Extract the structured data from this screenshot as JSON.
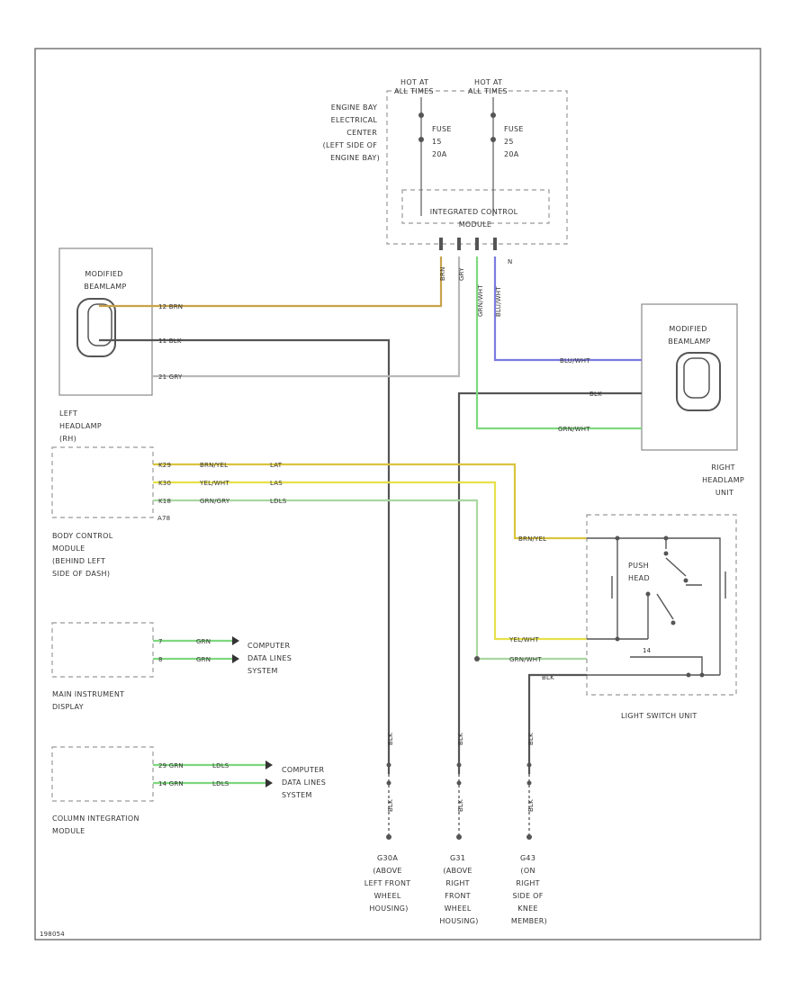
{
  "labels": {
    "hot_at_1": "HOT AT",
    "hot_all_1": "ALL TIMES",
    "hot_at_2": "HOT AT",
    "hot_all_2": "ALL TIMES",
    "eb_1": "ENGINE BAY",
    "eb_2": "ELECTRICAL",
    "eb_3": "CENTER",
    "eb_4": "(LEFT SIDE OF",
    "eb_5": "ENGINE BAY)",
    "fuse1_1": "FUSE",
    "fuse1_2": "15",
    "fuse1_3": "20A",
    "fuse2_1": "FUSE",
    "fuse2_2": "25",
    "fuse2_3": "20A",
    "icm_1": "INTEGRATED CONTROL",
    "icm_2": "MODULE",
    "lhb_1": "MODIFIED",
    "lhb_2": "BEAMLAMP",
    "lhl_1": "LEFT",
    "lhl_2": "HEADLAMP",
    "lhl_3": "(RH)",
    "rhb_1": "MODIFIED",
    "rhb_2": "BEAMLAMP",
    "rhu_1": "RIGHT",
    "rhu_2": "HEADLAMP",
    "rhu_3": "UNIT",
    "bcm_conn": "A78",
    "bcm_1": "BODY CONTROL",
    "bcm_2": "MODULE",
    "bcm_3": "(BEHIND LEFT",
    "bcm_4": "SIDE OF DASH)",
    "dim_1": "MAIN INSTRUMENT",
    "dim_2": "DISPLAY",
    "cdl1_1": "COMPUTER",
    "cdl1_2": "DATA LINES",
    "cdl1_3": "SYSTEM",
    "cem_1": "COLUMN INTEGRATION",
    "cem_2": "MODULE",
    "cdl2_1": "COMPUTER",
    "cdl2_2": "DATA LINES",
    "cdl2_3": "SYSTEM",
    "push_1": "PUSH",
    "push_2": "HEAD",
    "lsu": "LIGHT SWITCH UNIT",
    "g1_1": "G30A",
    "g1_2": "(ABOVE",
    "g1_3": "LEFT FRONT",
    "g1_4": "WHEEL",
    "g1_5": "HOUSING)",
    "g2_1": "G31",
    "g2_2": "(ABOVE",
    "g2_3": "RIGHT",
    "g2_4": "FRONT",
    "g2_5": "WHEEL",
    "g2_6": "HOUSING)",
    "g3_1": "G43",
    "g3_2": "(ON",
    "g3_3": "RIGHT",
    "g3_4": "SIDE OF",
    "g3_5": "KNEE",
    "g3_6": "MEMBER)",
    "footer": "198054"
  },
  "wires": {
    "l_brn": "12 BRN",
    "l_blk": "11 BLK",
    "l_gry": "21 GRY",
    "icm_brn": "BRN",
    "icm_gry": "GRY",
    "icm_grn": "GRN/WHT",
    "icm_blu": "BLU/WHT",
    "icm_n": "N",
    "r_blu": "BLU/WHT",
    "r_blk": "BLK",
    "r_grn": "GRN/WHT",
    "b1_pin": "K29",
    "b1_col": "BRN/YEL",
    "b1_fn": "LAT",
    "b2_pin": "K30",
    "b2_col": "YEL/WHT",
    "b2_fn": "LAS",
    "b3_pin": "K18",
    "b3_col": "GRN/GRY",
    "b3_fn": "LDLS",
    "ls_brnyel": "BRN/YEL",
    "ls_yelwht": "YEL/WHT",
    "ls_grnwht": "GRN/WHT",
    "ls_blk": "BLK",
    "ls_14": "14",
    "d1_pin": "7",
    "d1_col": "GRN",
    "d2_pin": "8",
    "d2_col": "GRN",
    "c1": "29 GRN",
    "c1b": "LDLS",
    "c2": "14 GRN",
    "c2b": "LDLS",
    "g1_w": "BLK",
    "g1_w2": "BLK",
    "g2_w": "BLK",
    "g2_w2": "BLK",
    "g3_w": "BLK",
    "g3_w2": "BLK"
  },
  "colors": {
    "brown": "#c9a24a",
    "black": "#555555",
    "gray": "#b8b8b8",
    "green": "#7ed87e",
    "blue": "#7a7ae0",
    "yellow": "#e6e04a",
    "brnyel": "#d9c43e",
    "grngry": "#a8d8a0"
  }
}
